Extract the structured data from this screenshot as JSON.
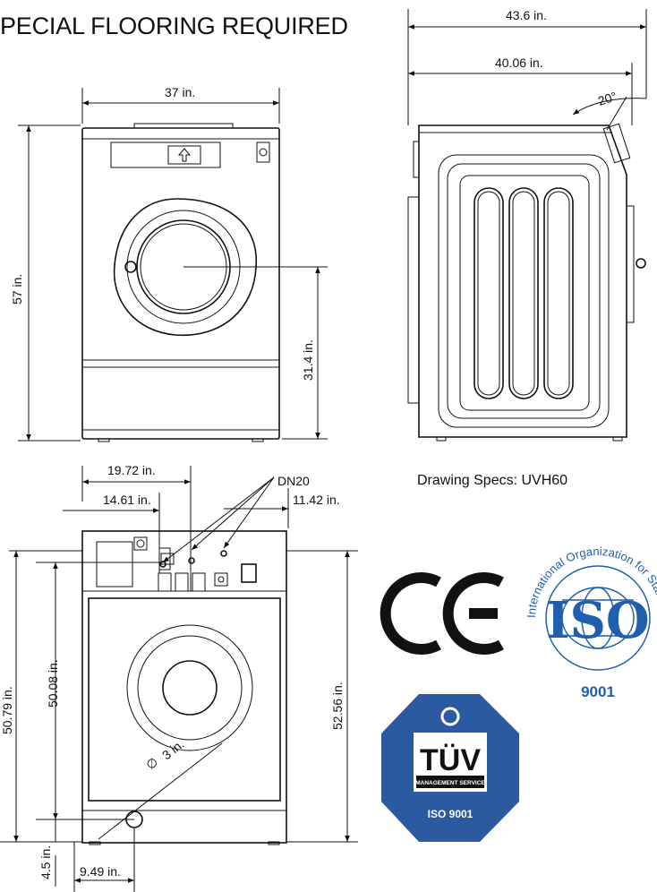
{
  "heading": "PECIAL FLOORING REQUIRED",
  "drawing_specs": "Drawing Specs: UVH60",
  "front_view": {
    "width": "37 in.",
    "height": "57 in.",
    "door_center_height": "31.4 in."
  },
  "side_view": {
    "overall_depth": "43.6 in.",
    "body_depth": "40.06 in.",
    "panel_angle": "20°"
  },
  "rear_view": {
    "offset_a": "19.72 in.",
    "offset_b": "14.61 in.",
    "offset_c": "11.42 in.",
    "connection_label": "DN20",
    "height_a": "50.79 in.",
    "height_b": "50.08 in.",
    "height_c": "52.56 in.",
    "drain_diameter": "3 in.",
    "drain_height": "4.5 in.",
    "drain_offset": "9.49 in."
  },
  "certifications": {
    "ce_mark": "CE",
    "iso_ring_text": "International Organization for Standardization",
    "iso_main": "ISO",
    "iso_number": "9001",
    "tuv_main": "TÜV",
    "tuv_sub": "MANAGEMENT SERVICE",
    "tuv_number": "ISO 9001"
  },
  "colors": {
    "iso_blue": "#1f5fae",
    "tuv_blue": "#2c5aa0",
    "line": "#111111"
  }
}
